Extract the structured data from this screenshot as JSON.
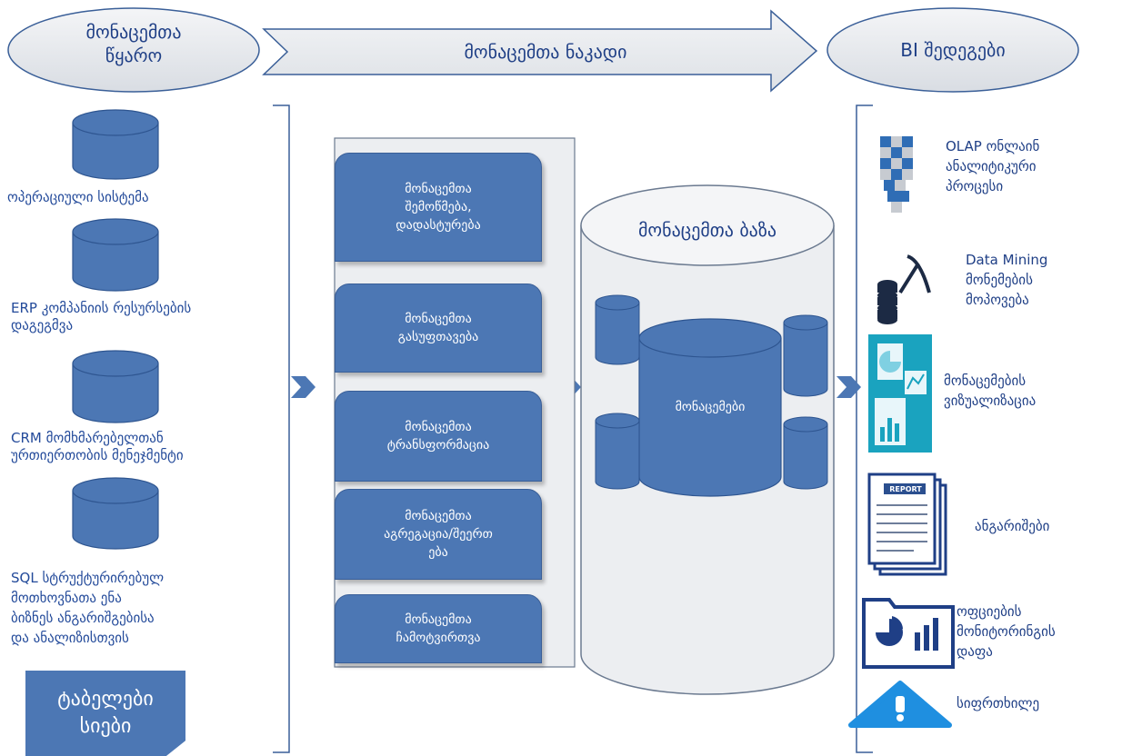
{
  "header": {
    "source_title": "მონაცემთა\nწყარო",
    "flow_title": "მონაცემთა ნაკადი",
    "results_title": "BI შედეგები"
  },
  "sources": [
    {
      "label": "ოპერაციული სისტემა"
    },
    {
      "label": "ERP კომპანიის რესურსების\n დაგეგმვა"
    },
    {
      "label": "CRM მომხმარებელთან\nურთიერთობის მენეჯმენტი"
    },
    {
      "label": "SQL სტრუქტურირებულ\n მოთხოვნათა ენა\nბიზნეს ანგარიშგებისა\nდა ანალიზისთვის"
    }
  ],
  "tables_box": "ტაბელები\nსიები",
  "process_steps": [
    "მონაცემთა\nშემოწმება,\nდადასტურება",
    "მონაცემთა\nგასუფთავება",
    "მონაცემთა\nტრანსფორმაცია",
    "მონაცემთა\nაგრეგაცია/შეერთ\nება",
    "მონაცემთა\nჩამოტვირთვა"
  ],
  "database": {
    "title": "მონაცემთა ბაზა",
    "inner_label": "მონაცემები"
  },
  "results": [
    {
      "label": "OLAP ონლაინ\nანალიტიკური\nპროცესი",
      "icon": "olap-cubes-icon"
    },
    {
      "label": "Data Mining\nმონემების\nმოპოვება",
      "icon": "pickaxe-database-icon"
    },
    {
      "label": "მონაცემების\nვიზუალიზაცია",
      "icon": "visualization-chart-icon"
    },
    {
      "label": "ანგარიშები",
      "icon": "report-document-icon"
    },
    {
      "label": "ოფციების\nმონიტორინგის\nდაფა",
      "icon": "dashboard-folder-icon"
    },
    {
      "label": "სიფრთხილე",
      "icon": "warning-triangle-icon"
    }
  ],
  "report_icon_text": "REPORT",
  "colors": {
    "primary_blue": "#4c77b4",
    "dark_blue": "#1f3f86",
    "panel_gray": "#e9ecf0",
    "teal": "#1aa3bf"
  }
}
